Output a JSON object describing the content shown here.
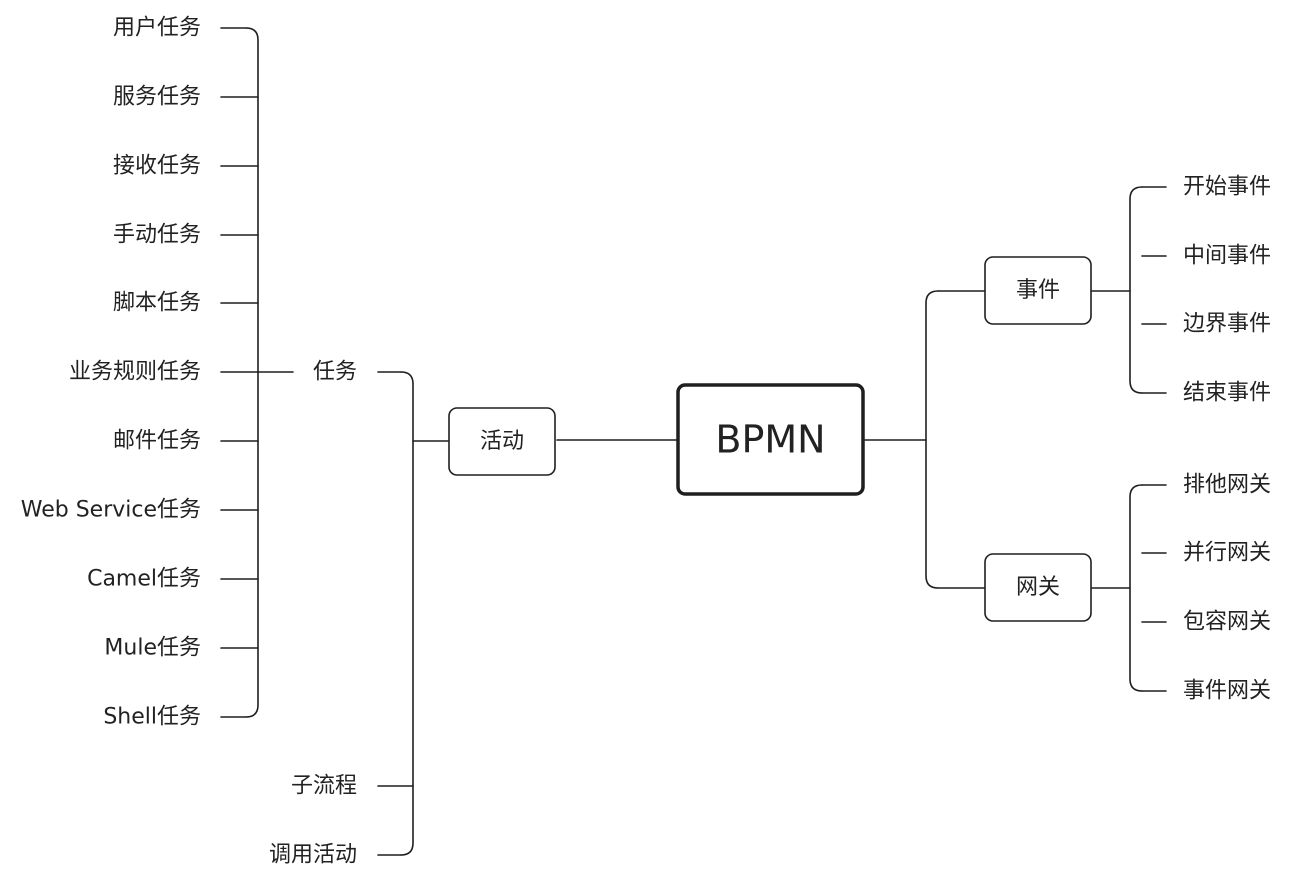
{
  "root": {
    "label": "BPMN"
  },
  "activity": {
    "label": "活动",
    "task": {
      "label": "任务",
      "children": [
        {
          "label": "用户任务"
        },
        {
          "label": "服务任务"
        },
        {
          "label": "接收任务"
        },
        {
          "label": "手动任务"
        },
        {
          "label": "脚本任务"
        },
        {
          "label": "业务规则任务"
        },
        {
          "label": "邮件任务"
        },
        {
          "label": "Web Service任务"
        },
        {
          "label": "Camel任务"
        },
        {
          "label": "Mule任务"
        },
        {
          "label": "Shell任务"
        }
      ]
    },
    "subprocess": {
      "label": "子流程"
    },
    "call_activity": {
      "label": "调用活动"
    }
  },
  "event": {
    "label": "事件",
    "children": [
      {
        "label": "开始事件"
      },
      {
        "label": "中间事件"
      },
      {
        "label": "边界事件"
      },
      {
        "label": "结束事件"
      }
    ]
  },
  "gateway": {
    "label": "网关",
    "children": [
      {
        "label": "排他网关"
      },
      {
        "label": "并行网关"
      },
      {
        "label": "包容网关"
      },
      {
        "label": "事件网关"
      }
    ]
  }
}
